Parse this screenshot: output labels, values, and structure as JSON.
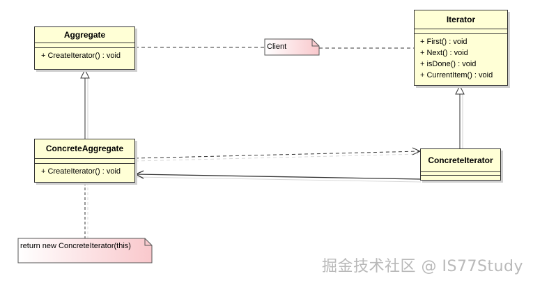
{
  "classes": {
    "aggregate": {
      "name": "Aggregate",
      "operations": [
        "+ CreateIterator() : void"
      ]
    },
    "iterator": {
      "name": "Iterator",
      "operations": [
        "+ First() : void",
        "+ Next() : void",
        "+ isDone() : void",
        "+ CurrentItem() : void"
      ]
    },
    "concrete_aggregate": {
      "name": "ConcreteAggregate",
      "operations": [
        "+ CreateIterator() : void"
      ]
    },
    "concrete_iterator": {
      "name": "ConcreteIterator"
    }
  },
  "notes": {
    "client": "Client",
    "return_note": "return new ConcreteIterator(this)"
  },
  "watermark": "掘金技术社区 @ IS77Study",
  "colors": {
    "class_fill": "#ffffd6",
    "note_fill_start": "#ffffff",
    "note_fill_end": "#f9c8cc",
    "line": "#333333",
    "watermark": "#b9b9b9"
  }
}
